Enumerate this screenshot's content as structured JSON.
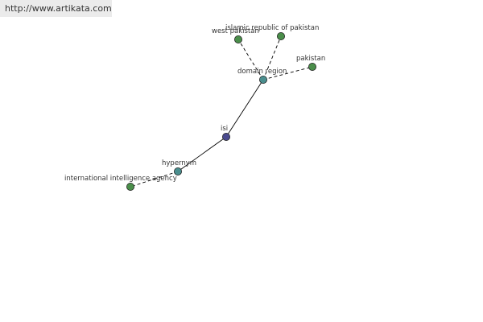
{
  "watermark": "http://www.artikata.com",
  "colors": {
    "center": "#4a4a8e",
    "intermediate": "#4a8e8e",
    "leaf": "#4a8e4a"
  },
  "nodes": [
    {
      "id": "isi",
      "label": "isi",
      "kind": "center"
    },
    {
      "id": "domain_region",
      "label": "domain region",
      "kind": "intermediate"
    },
    {
      "id": "hypernym",
      "label": "hypernym",
      "kind": "intermediate"
    },
    {
      "id": "west_pakistan",
      "label": "west pakistan",
      "kind": "leaf"
    },
    {
      "id": "islamic_republic",
      "label": "islamic republic of pakistan",
      "kind": "leaf"
    },
    {
      "id": "pakistan",
      "label": "pakistan",
      "kind": "leaf"
    },
    {
      "id": "intl_agency",
      "label": "international intelligence agency",
      "kind": "leaf"
    }
  ],
  "edges": [
    {
      "from": "isi",
      "to": "domain_region",
      "style": "solid"
    },
    {
      "from": "isi",
      "to": "hypernym",
      "style": "solid"
    },
    {
      "from": "domain_region",
      "to": "west_pakistan",
      "style": "dashed"
    },
    {
      "from": "domain_region",
      "to": "islamic_republic",
      "style": "dashed"
    },
    {
      "from": "domain_region",
      "to": "pakistan",
      "style": "dashed"
    },
    {
      "from": "hypernym",
      "to": "intl_agency",
      "style": "dashed"
    }
  ]
}
